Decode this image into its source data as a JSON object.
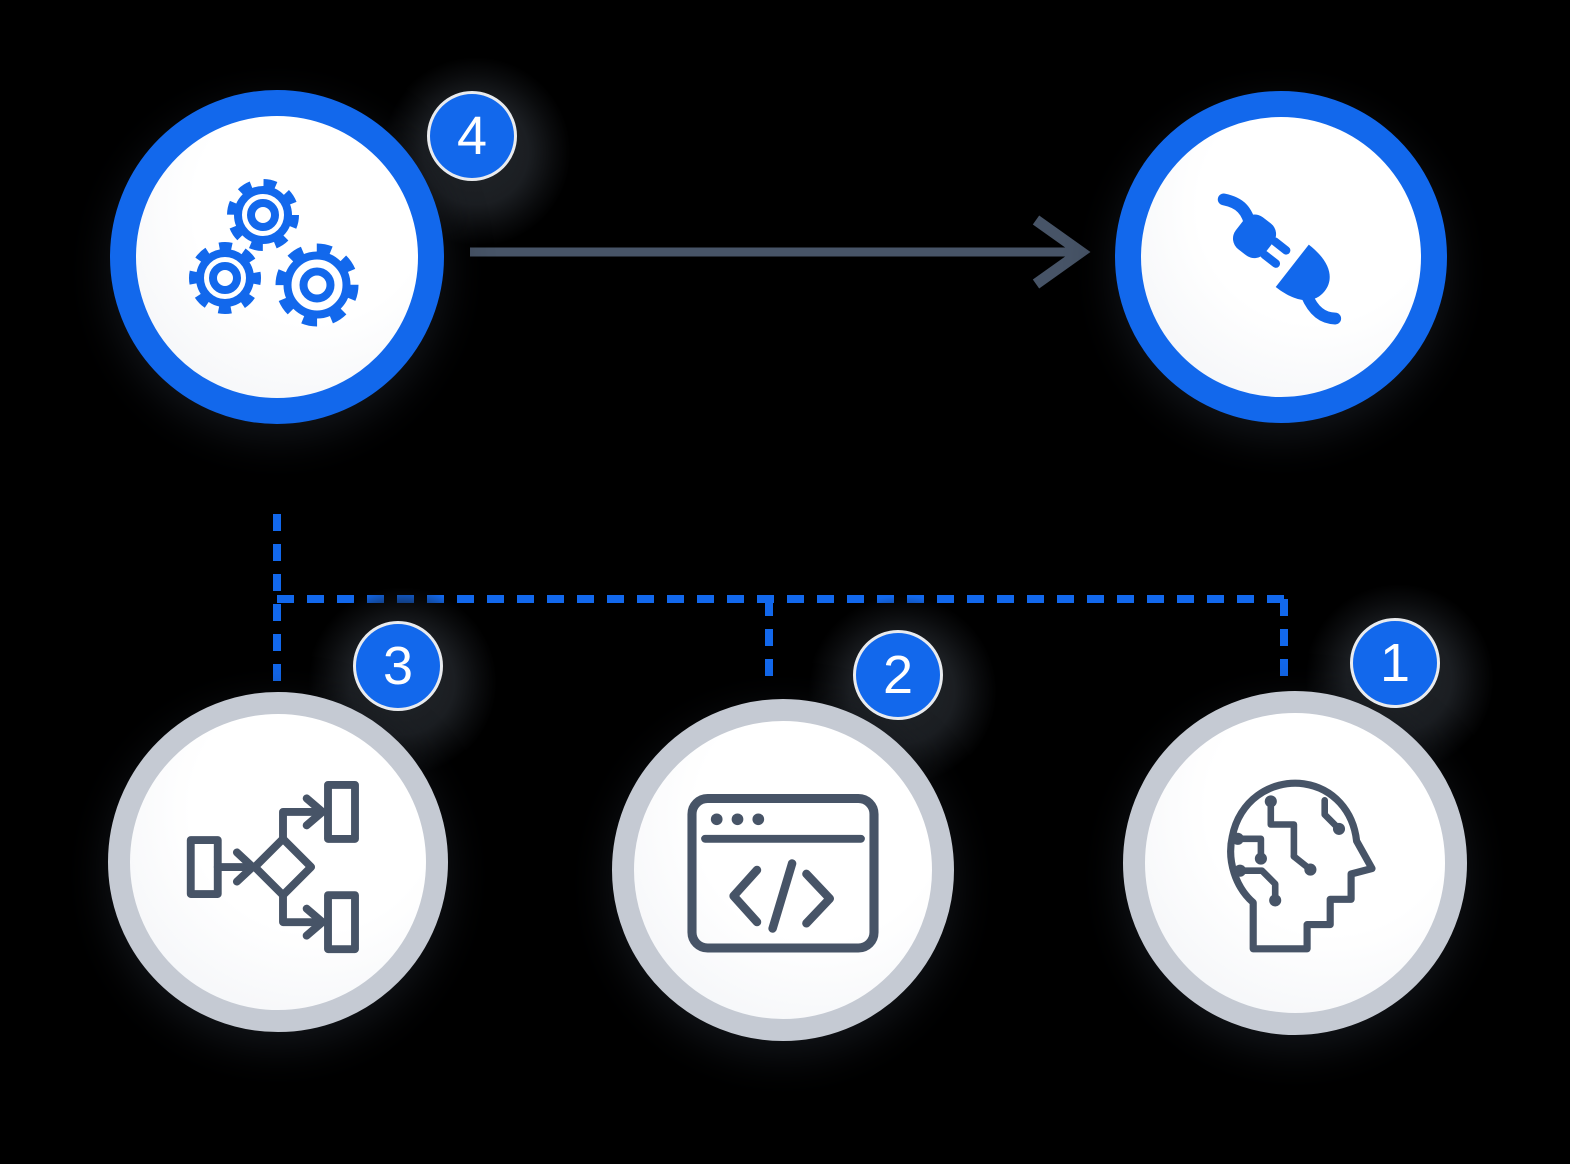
{
  "diagram": {
    "type": "flow-diagram",
    "background_color": "#000000",
    "colors": {
      "accent_blue": "#1268EC",
      "slate": "#475467",
      "gray_ring": "#C5CAD3",
      "node_fill": "#FFFFFF",
      "badge_text": "#FFFFFF"
    },
    "nodes": [
      {
        "name": "gears-node",
        "icon": "gears-icon",
        "ring": "blue",
        "badge": "4"
      },
      {
        "name": "plug-node",
        "icon": "plug-icon",
        "ring": "blue",
        "badge": null
      },
      {
        "name": "flowchart-node",
        "icon": "flowchart-icon",
        "ring": "gray",
        "badge": "3"
      },
      {
        "name": "code-window-node",
        "icon": "code-window-icon",
        "ring": "gray",
        "badge": "2"
      },
      {
        "name": "ai-head-node",
        "icon": "ai-head-icon",
        "ring": "gray",
        "badge": "1"
      }
    ],
    "connectors": [
      {
        "name": "solid-arrow",
        "style": "solid",
        "color": "#475467",
        "from": "gears-node",
        "to": "plug-node"
      },
      {
        "name": "dashed-branch",
        "style": "dashed",
        "color": "#1268EC",
        "from": "gears-node",
        "to": [
          "flowchart-node",
          "code-window-node",
          "ai-head-node"
        ]
      }
    ]
  }
}
